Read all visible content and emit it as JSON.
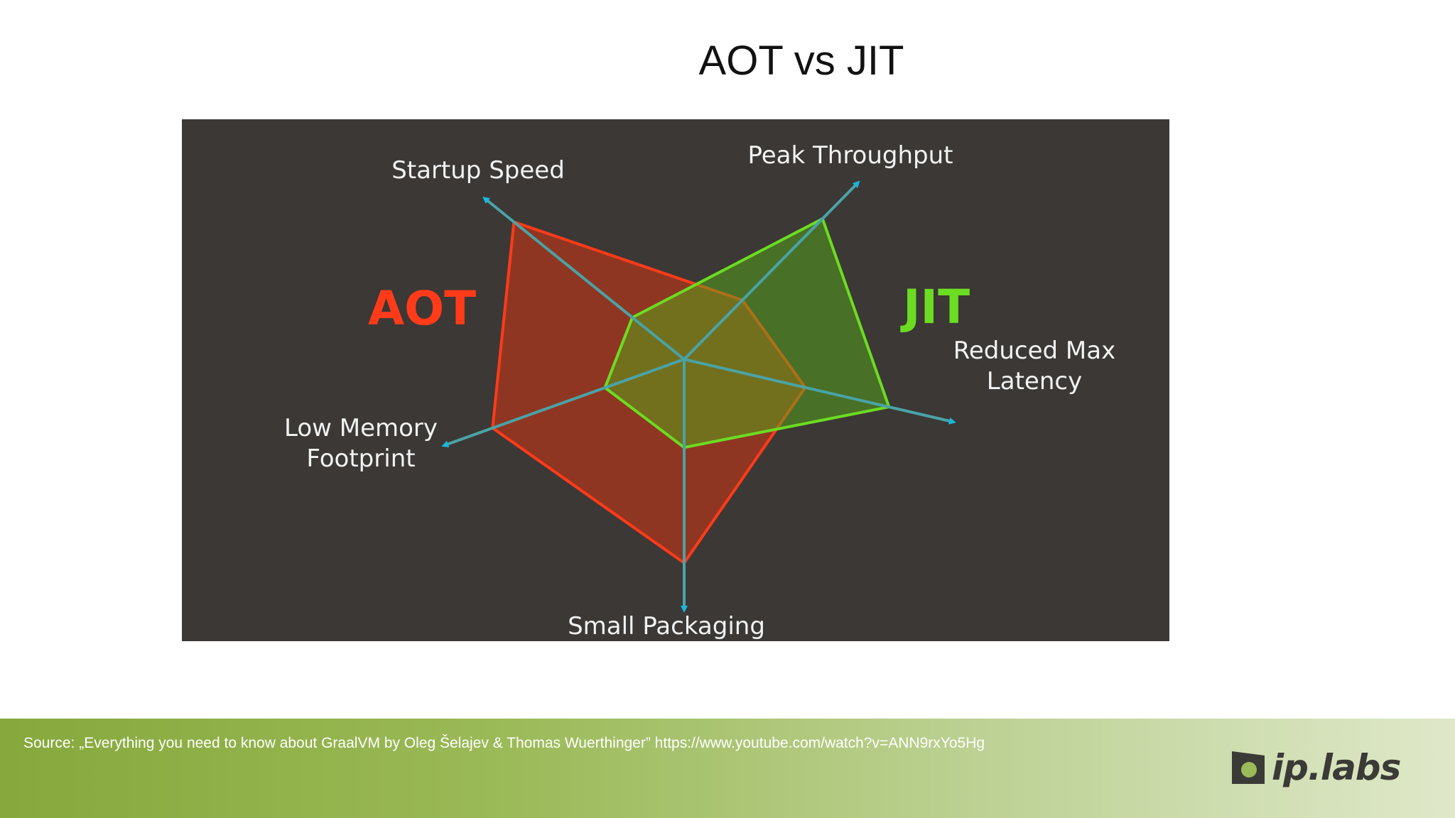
{
  "title": "AOT vs JIT",
  "footer": {
    "source": "Source: „Everything you need to know about GraalVM by Oleg Šelajev & Thomas Wuerthinger” https://www.youtube.com/watch?v=ANN9rxYo5Hg",
    "logo_text": "ip.labs"
  },
  "chart_data": {
    "type": "radar",
    "axes": [
      "Startup Speed",
      "Peak Throughput",
      "Reduced Max Latency",
      "Small Packaging",
      "Low Memory Footprint"
    ],
    "axis_labels": {
      "startup_speed": "Startup Speed",
      "peak_throughput": "Peak Throughput",
      "reduced_max_latency_line1": "Reduced Max",
      "reduced_max_latency_line2": "Latency",
      "small_packaging": "Small Packaging",
      "low_memory_line1": "Low Memory",
      "low_memory_line2": "Footprint"
    },
    "series": [
      {
        "name": "AOT",
        "color": "#ff3b1a",
        "fill": "rgba(214, 52, 18, 0.55)",
        "values": [
          0.92,
          0.4,
          0.55,
          0.97,
          0.92
        ]
      },
      {
        "name": "JIT",
        "color": "#6cdc22",
        "fill": "rgba(86, 168, 24, 0.5)",
        "values": [
          0.28,
          0.95,
          0.93,
          0.42,
          0.38
        ]
      }
    ],
    "axis_color": "#1bb6dc",
    "grid": false
  }
}
